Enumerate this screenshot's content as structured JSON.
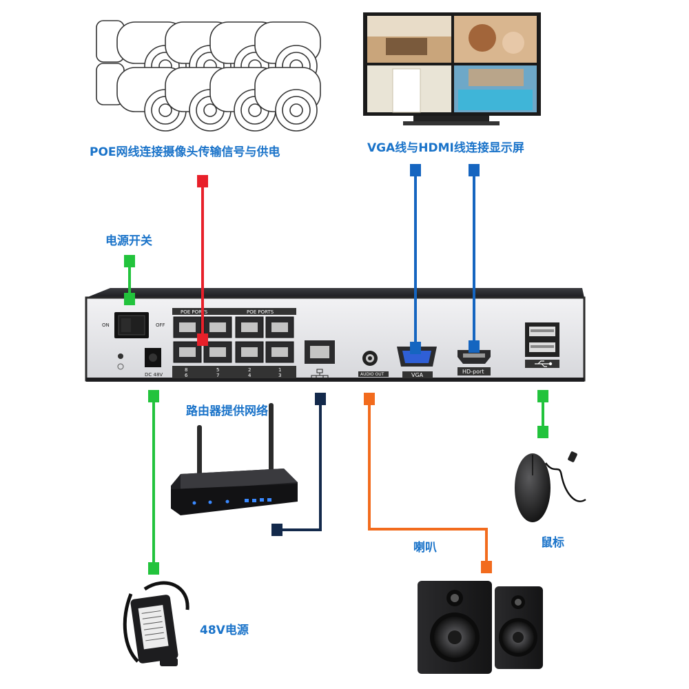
{
  "labels": {
    "poe": "POE网线连接摄像头传输信号与供电",
    "display": "VGA线与HDMI线连接显示屏",
    "power_switch": "电源开关",
    "router": "路由器提供网络",
    "speaker": "喇叭",
    "mouse": "鼠标",
    "power": "48V电源"
  },
  "nvr": {
    "on": "ON",
    "off": "OFF",
    "poe_ports_left": "POE PORTS",
    "poe_ports_right": "POE PORTS",
    "port_top": [
      "8",
      "5",
      "2",
      "1"
    ],
    "port_bottom": [
      "6",
      "7",
      "4",
      "3"
    ],
    "dc": "DC 48V",
    "audio_out": "AUDIO OUT",
    "vga": "VGA",
    "hd_port": "HD-port"
  },
  "colors": {
    "label_blue": "#1a73c9",
    "red": "#e8202a",
    "blue": "#1565c0",
    "green": "#22c33c",
    "navy": "#13294b",
    "orange": "#f26b1d"
  }
}
